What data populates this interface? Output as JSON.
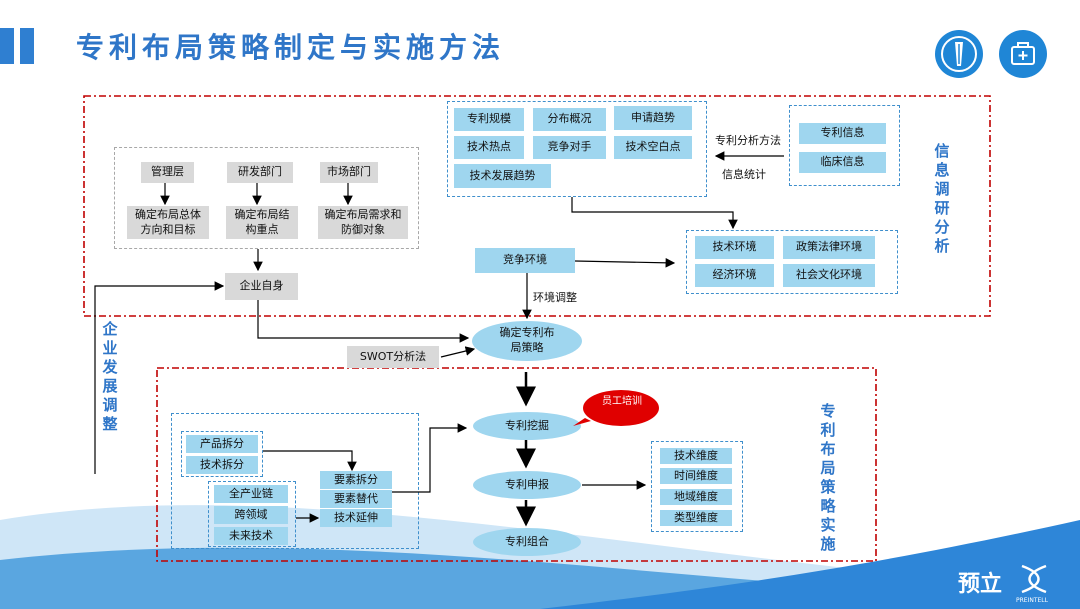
{
  "title": "专利布局策略制定与实施方法",
  "logo": {
    "brand": "预立",
    "sub": "PREINTELL"
  },
  "icons": [
    "pen-nib-icon",
    "medical-kit-icon"
  ],
  "colors": {
    "accent": "#2f76c8",
    "box_blue": "#9fd6ef",
    "box_gray": "#d9d9d9",
    "frame_red": "#c00000",
    "bubble_red": "#e00000"
  },
  "side_labels": {
    "info_research": "信息调研分析",
    "company_adjust": "企业发展调整",
    "strategy_impl": "专利布局策略实施"
  },
  "departments": [
    {
      "name": "管理层",
      "goal": "确定布局总体方向和目标"
    },
    {
      "name": "研发部门",
      "goal": "确定布局结构重点"
    },
    {
      "name": "市场部门",
      "goal": "确定布局需求和防御对象"
    }
  ],
  "enterprise_self": "企业自身",
  "patent_analysis": [
    "专利规模",
    "分布概况",
    "申请趋势",
    "技术热点",
    "竞争对手",
    "技术空白点",
    "技术发展趋势"
  ],
  "info_sources": [
    "专利信息",
    "临床信息"
  ],
  "method_labels": {
    "analysis": "专利分析方法",
    "statistics": "信息统计"
  },
  "environments": [
    "技术环境",
    "政策法律环境",
    "经济环境",
    "社会文化环境"
  ],
  "competition": "竞争环境",
  "env_adjust": "环境调整",
  "swot": "SWOT分析法",
  "strategy_center": "确定专利布局策略",
  "flow": [
    "专利挖掘",
    "专利申报",
    "专利组合"
  ],
  "staff_training": "员工培训",
  "split_items": [
    "产品拆分",
    "技术拆分"
  ],
  "chain_items": [
    "全产业链",
    "跨领域",
    "未来技术"
  ],
  "element_items": [
    "要素拆分",
    "要素替代",
    "技术延伸"
  ],
  "dimensions": [
    "技术维度",
    "时间维度",
    "地域维度",
    "类型维度"
  ]
}
